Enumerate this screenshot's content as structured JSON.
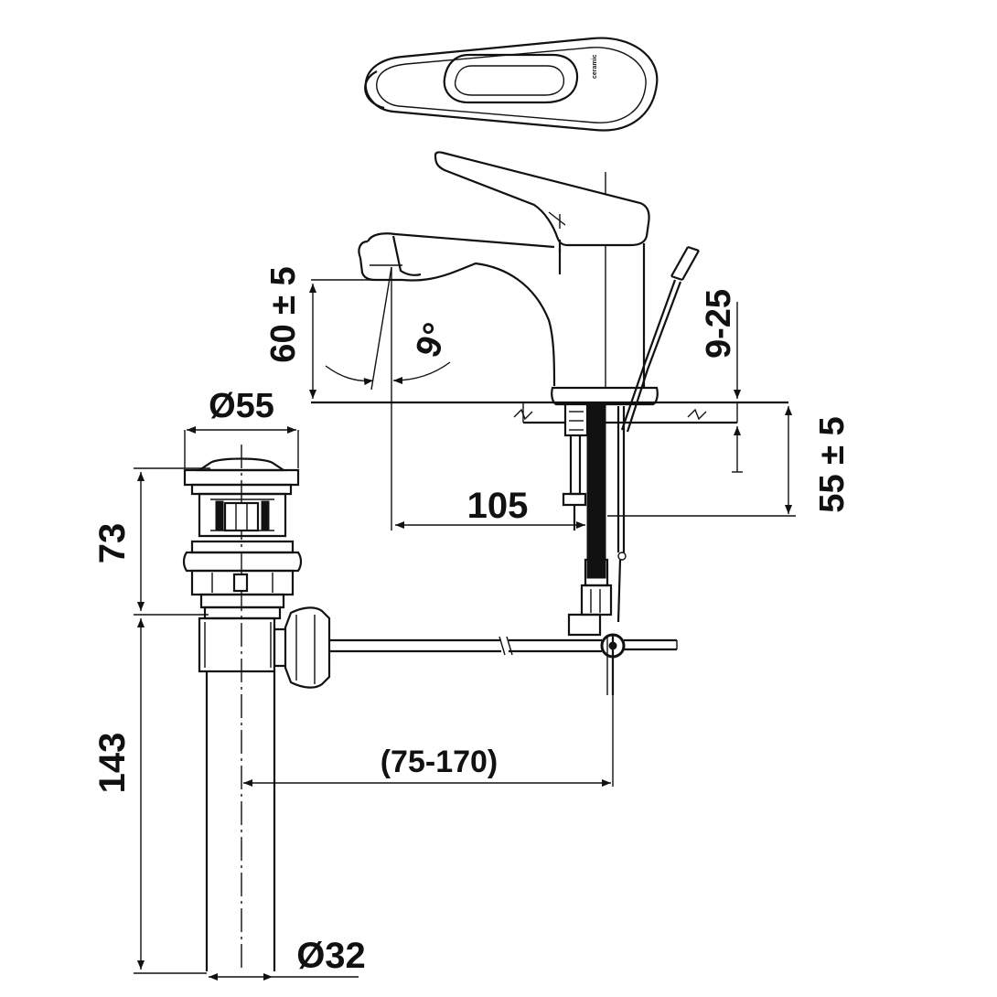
{
  "drawing": {
    "dimensions": {
      "spout_height": "60 ± 5",
      "spout_angle": "9°",
      "supply_length": "9-25",
      "deck_thickness": "55 ± 5",
      "spout_reach": "105",
      "drain_diameter_top": "Ø55",
      "drain_height_upper": "73",
      "drain_height_lower": "143",
      "drain_pipe_diameter": "Ø32",
      "drain_offset": "(75-170)"
    }
  }
}
